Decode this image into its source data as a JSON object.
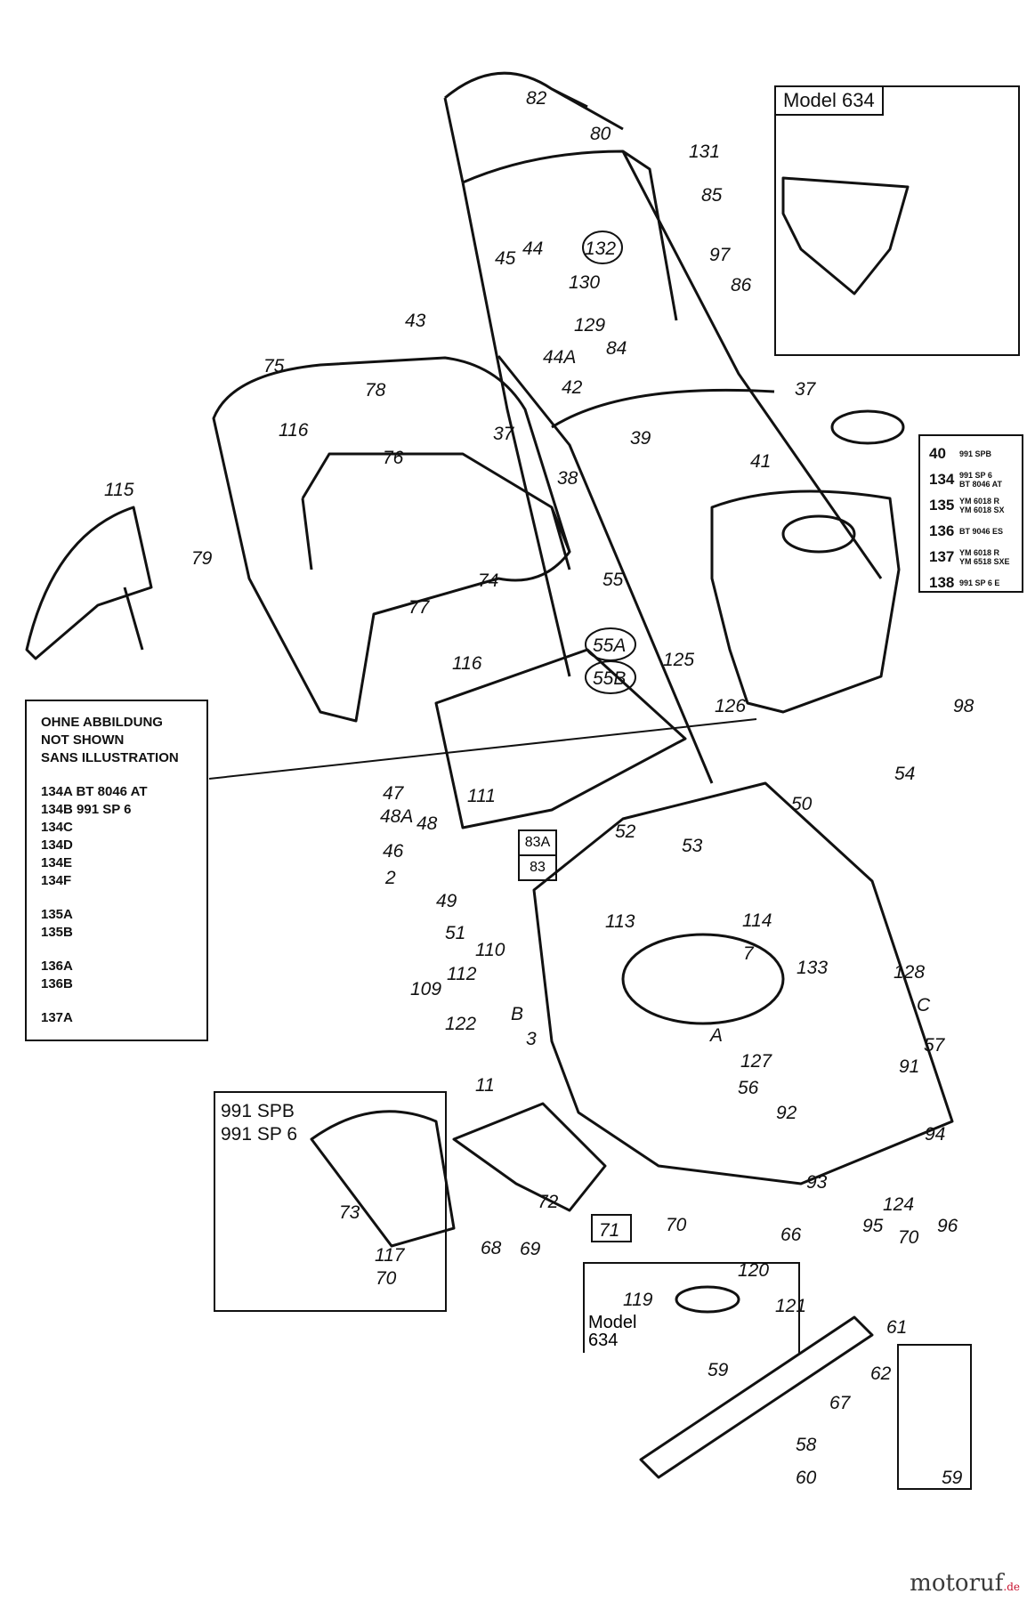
{
  "part_labels": [
    "82",
    "80",
    "131",
    "85",
    "132",
    "97",
    "45",
    "44",
    "130",
    "43",
    "129",
    "86",
    "84",
    "44A",
    "42",
    "37",
    "75",
    "78",
    "116",
    "37",
    "39",
    "41",
    "76",
    "38",
    "115",
    "79",
    "74",
    "77",
    "116",
    "55",
    "55A",
    "55B",
    "125",
    "126",
    "98",
    "54",
    "47",
    "111",
    "48A",
    "48",
    "46",
    "2",
    "49",
    "52",
    "53",
    "50",
    "51",
    "113",
    "114",
    "110",
    "7",
    "112",
    "133",
    "128",
    "109",
    "C",
    "A",
    "122",
    "3",
    "127",
    "57",
    "11",
    "56",
    "73",
    "72",
    "71",
    "70",
    "66",
    "124",
    "70",
    "68",
    "69",
    "117",
    "70",
    "120",
    "119",
    "121",
    "59",
    "67",
    "58",
    "60",
    "59",
    "91",
    "92",
    "94",
    "93",
    "95",
    "96",
    "61",
    "62",
    "B"
  ],
  "model_box_top": {
    "title": "Model  634"
  },
  "model_box_bottom": {
    "line1": "Model",
    "line2": "634"
  },
  "variant_box": {
    "line1": "991  SPB",
    "line2": "991  SP 6"
  },
  "labels_83": {
    "a": "83A",
    "b": "83"
  },
  "not_shown_box": {
    "header": [
      "OHNE ABBILDUNG",
      "NOT SHOWN",
      "SANS ILLUSTRATION"
    ],
    "groups": [
      [
        "134A  BT 8046 AT",
        "134B  991 SP 6",
        "134C",
        "134D",
        "134E",
        "134F"
      ],
      [
        "135A",
        "135B"
      ],
      [
        "136A",
        "136B"
      ],
      [
        "137A"
      ]
    ]
  },
  "engine_box": {
    "rows": [
      {
        "num": "40",
        "models": [
          "991 SPB"
        ]
      },
      {
        "num": "134",
        "models": [
          "991 SP 6",
          "BT 8046 AT"
        ]
      },
      {
        "num": "135",
        "models": [
          "YM 6018 R",
          "YM 6018 SX"
        ]
      },
      {
        "num": "136",
        "models": [
          "BT 9046 ES"
        ]
      },
      {
        "num": "137",
        "models": [
          "YM 6018 R",
          "YM 6518 SXE"
        ]
      },
      {
        "num": "138",
        "models": [
          "991 SP 6 E"
        ]
      }
    ]
  },
  "logo": {
    "text": "motoruf",
    "suffix": ".de"
  }
}
